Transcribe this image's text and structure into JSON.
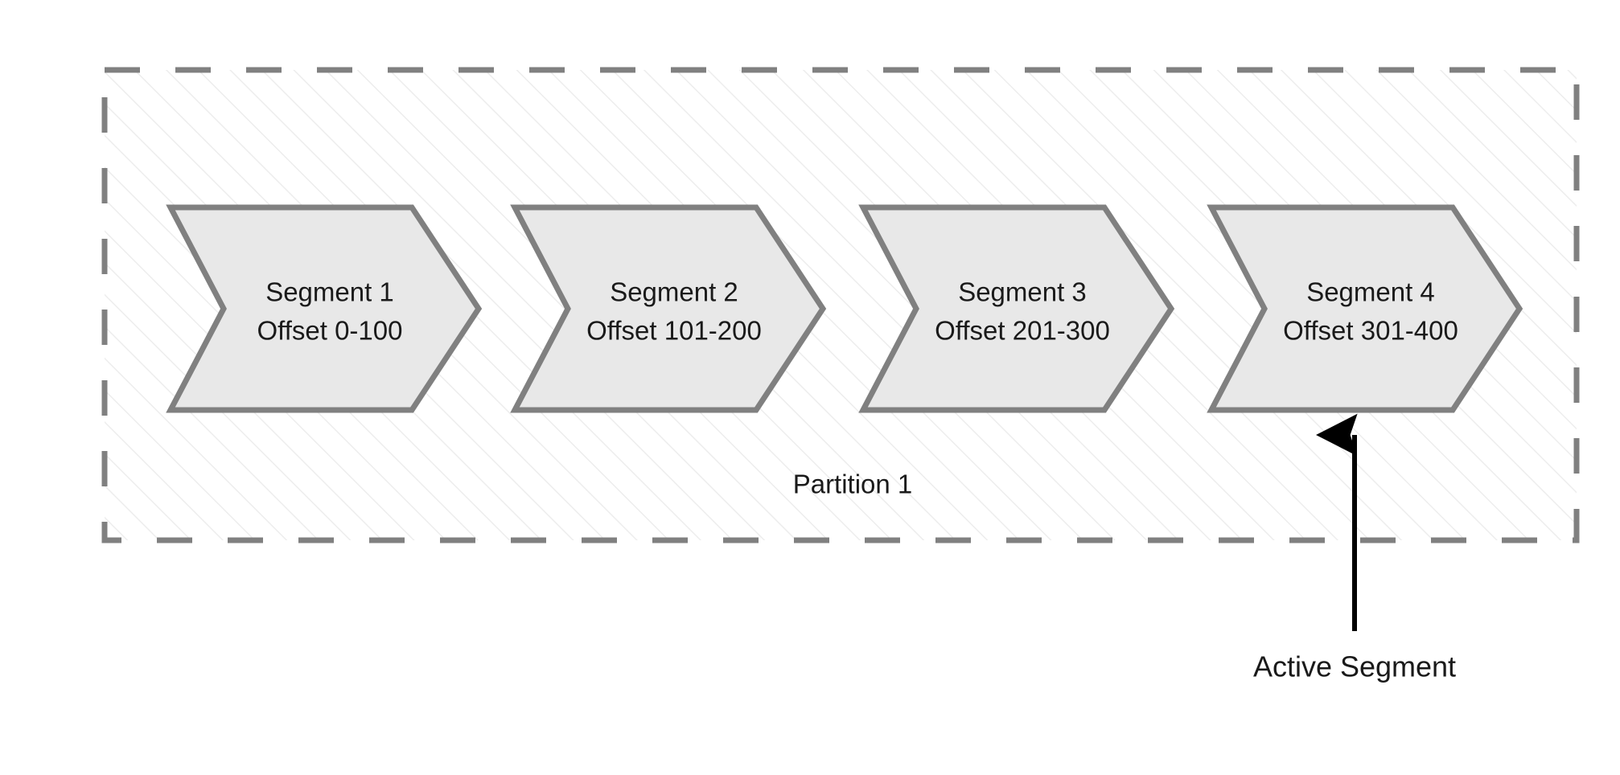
{
  "diagram": {
    "type": "partition-segment-layout",
    "partition": {
      "label": "Partition 1",
      "border_color": "#808080",
      "border_style": "dashed",
      "hatch_color": "#eeeeee",
      "fill": "#ffffff"
    },
    "segments": [
      {
        "title": "Segment 1",
        "offsets": "Offset 0-100",
        "active": false
      },
      {
        "title": "Segment 2",
        "offsets": "Offset 101-200",
        "active": false
      },
      {
        "title": "Segment 3",
        "offsets": "Offset 201-300",
        "active": false
      },
      {
        "title": "Segment 4",
        "offsets": "Offset 301-400",
        "active": true
      }
    ],
    "segment_style": {
      "fill": "#e8e8e8",
      "stroke": "#808080"
    },
    "annotation": {
      "label": "Active Segment",
      "arrow_color": "#000000",
      "points_to": "Segment 4"
    }
  }
}
